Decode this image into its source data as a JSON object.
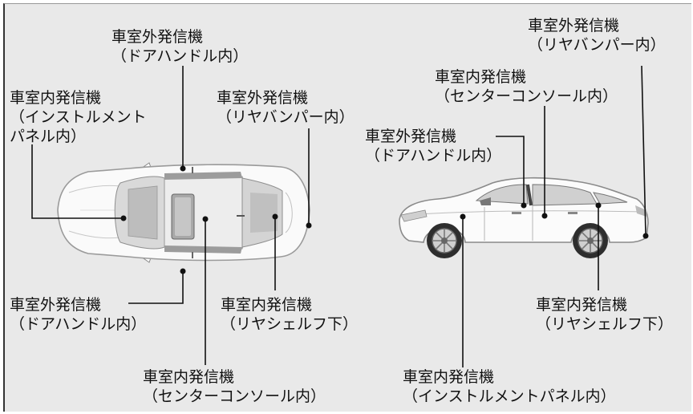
{
  "labels": {
    "top_outer_door": {
      "line1": "車室外発信機",
      "line2": "（ドアハンドル内）"
    },
    "top_inner_panel": {
      "line1": "車室内発信機",
      "line2": "（インストルメント",
      "line3": "パネル内）"
    },
    "top_outer_bumper": {
      "line1": "車室外発信機",
      "line2": "（リヤバンパー内）"
    },
    "top_outer_door_lower": {
      "line1": "車室外発信機",
      "line2": "（ドアハンドル内）"
    },
    "top_inner_shelf": {
      "line1": "車室内発信機",
      "line2": "（リヤシェルフ下）"
    },
    "top_inner_console": {
      "line1": "車室内発信機",
      "line2": "（センターコンソール内）"
    },
    "side_outer_bumper": {
      "line1": "車室外発信機",
      "line2": "（リヤバンパー内）"
    },
    "side_inner_console": {
      "line1": "車室内発信機",
      "line2": "（センターコンソール内）"
    },
    "side_outer_door": {
      "line1": "車室外発信機",
      "line2": "（ドアハンドル内）"
    },
    "side_inner_shelf": {
      "line1": "車室内発信機",
      "line2": "（リヤシェルフ下）"
    },
    "side_inner_panel": {
      "line1": "車室内発信機",
      "line2": "（インストルメントパネル内）"
    }
  }
}
